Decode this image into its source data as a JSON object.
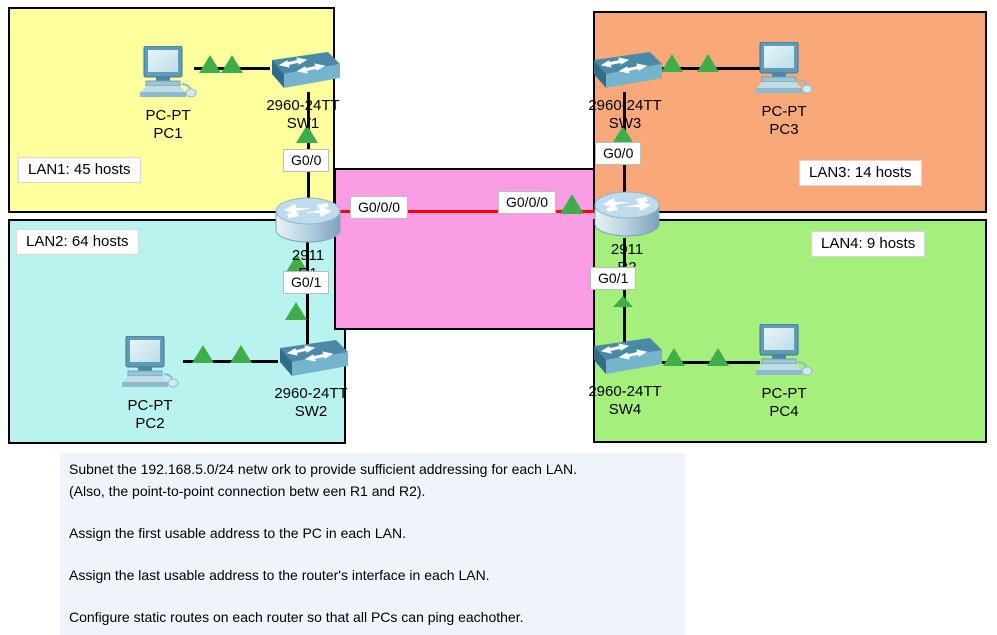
{
  "regions": {
    "lan1": {
      "label": "LAN1: 45 hosts",
      "color": "#ffff9e"
    },
    "lan2": {
      "label": "LAN2: 64 hosts",
      "color": "#b9f3f0"
    },
    "lan3": {
      "label": "LAN3: 14 hosts",
      "color": "#f9a87a"
    },
    "lan4": {
      "label": "LAN4: 9 hosts",
      "color": "#a5ef7d"
    },
    "wan": {
      "color": "#fb9de5"
    }
  },
  "devices": {
    "pc1": {
      "model": "PC-PT",
      "name": "PC1"
    },
    "sw1": {
      "model": "2960-24TT",
      "name": "SW1"
    },
    "r1": {
      "model": "2911",
      "name": "R1"
    },
    "sw2": {
      "model": "2960-24TT",
      "name": "SW2"
    },
    "pc2": {
      "model": "PC-PT",
      "name": "PC2"
    },
    "sw3": {
      "model": "2960-24TT",
      "name": "SW3"
    },
    "pc3": {
      "model": "PC-PT",
      "name": "PC3"
    },
    "r2": {
      "model": "2911",
      "name": "R2"
    },
    "sw4": {
      "model": "2960-24TT",
      "name": "SW4"
    },
    "pc4": {
      "model": "PC-PT",
      "name": "PC4"
    }
  },
  "interfaces": {
    "r1_g00": "G0/0",
    "r1_g01": "G0/1",
    "r1_g000": "G0/0/0",
    "r2_g000": "G0/0/0",
    "r2_g00": "G0/0",
    "r2_g01": "G0/1"
  },
  "note": {
    "lines": [
      "Subnet the 192.168.5.0/24 netw ork to provide sufficient addressing for each LAN.",
      "(Also, the point-to-point connection betw een R1 and R2).",
      "Assign the first usable address to the PC in each LAN.",
      "Assign the last usable address to the router's interface in each LAN.",
      "Configure static routes on each router so that all PCs can ping eachother."
    ]
  },
  "colors": {
    "ethernet_link": "#000000",
    "router_link": "#ff0000",
    "status_up_triangle": "#3fae4a"
  }
}
